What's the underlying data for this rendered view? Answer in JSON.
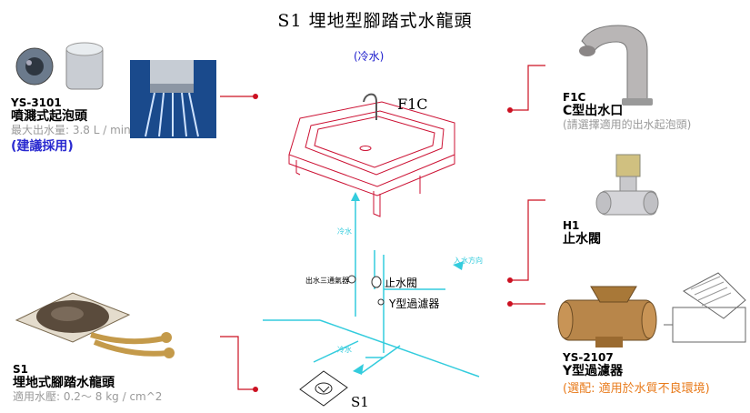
{
  "title": "S1  埋地型腳踏式水龍頭",
  "subtitle": "(冷水)",
  "diagram": {
    "f1c_label": "F1C",
    "cold_water_1": "冷水",
    "cold_water_2": "冷水",
    "inlet_direction": "入水方向",
    "return_elbow": "出水三通氣器",
    "stop_valve": "止水閥",
    "y_filter": "Y型過濾器",
    "s1_label": "S1"
  },
  "products": {
    "aerator": {
      "code": "YS-3101",
      "name": "噴濺式起泡頭",
      "spec": "最大出水量: 3.8 L / min",
      "note": "(建議採用)"
    },
    "spout": {
      "code": "F1C",
      "name": "C型出水口",
      "note": "(請選擇適用的出水起泡頭)"
    },
    "valve": {
      "code": "H1",
      "name": "止水閥"
    },
    "strainer": {
      "code": "YS-2107",
      "name": "Y型過濾器",
      "note": "(選配: 適用於水質不良環境)"
    },
    "pedal": {
      "code": "S1",
      "name": "埋地式腳踏水龍頭",
      "spec": "適用水壓: 0.2～ 8 kg / cm^2"
    }
  },
  "colors": {
    "connector": "#cc1122",
    "pipe": "#33ccdd",
    "sink": "#cc1133",
    "accent": "#2a2ad0"
  }
}
